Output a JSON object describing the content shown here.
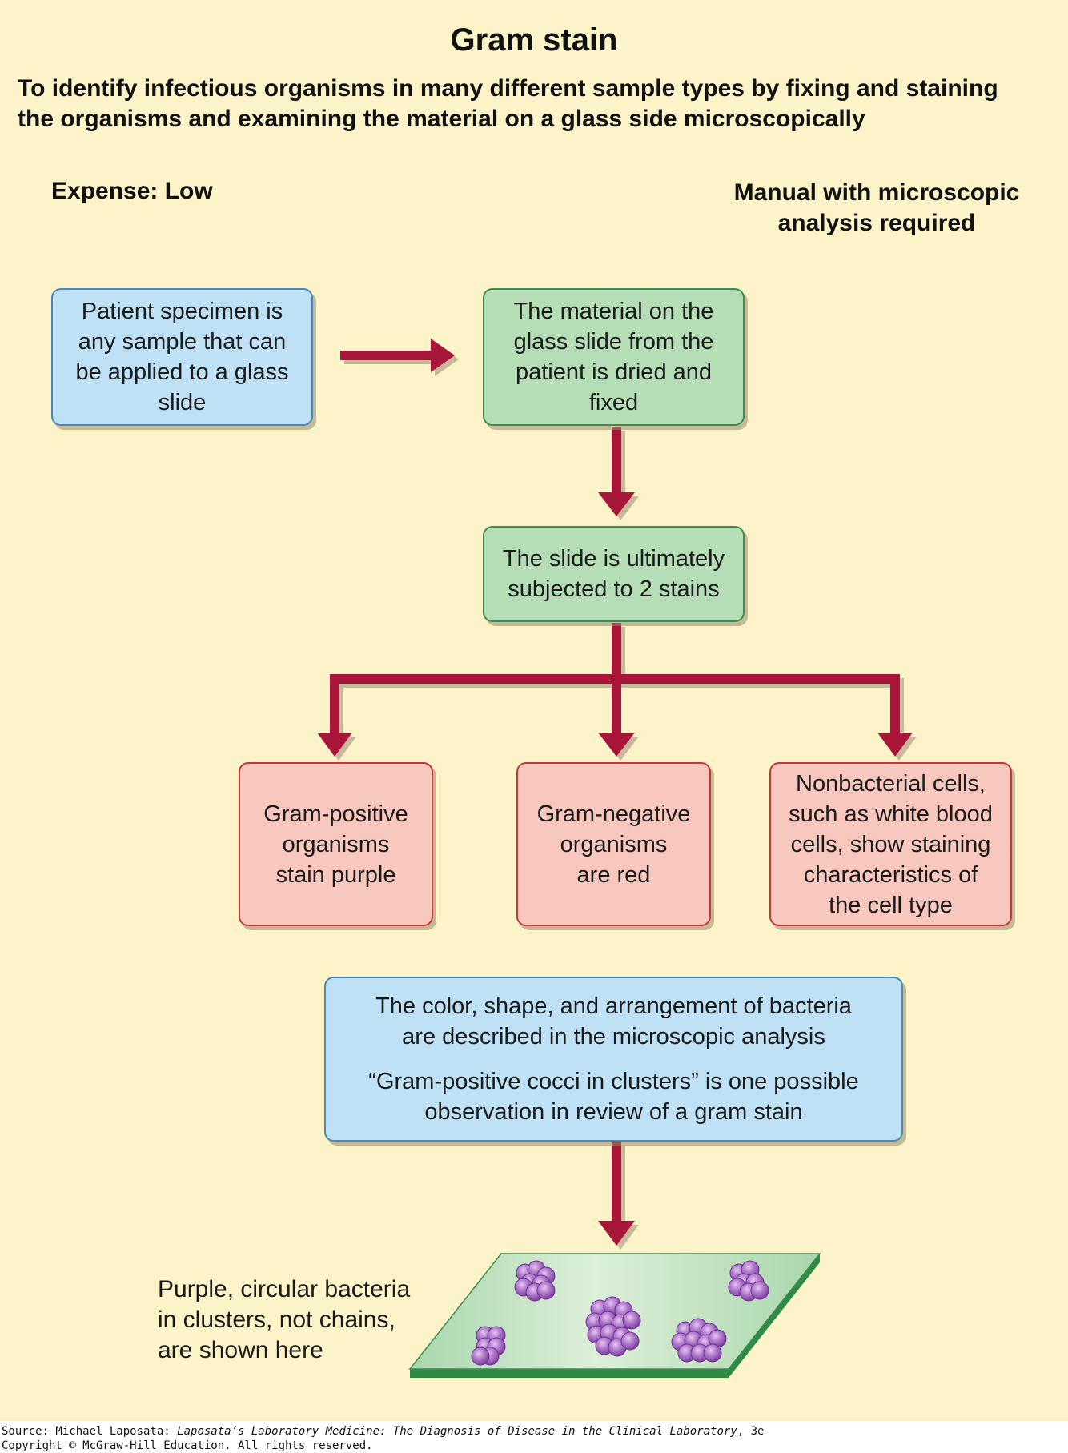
{
  "title": "Gram stain",
  "subtitle_line1": "To identify infectious organisms in many different sample types by fixing and staining",
  "subtitle_line2": "the organisms and examining the material on a glass side microscopically",
  "expense": "Expense: Low",
  "method_line1": "Manual with microscopic",
  "method_line2": "analysis required",
  "boxes": {
    "specimen": [
      "Patient specimen is",
      "any sample that can",
      "be applied to a glass",
      "slide"
    ],
    "fixed": [
      "The material on the",
      "glass slide from the",
      "patient is dried and",
      "fixed"
    ],
    "stains": [
      "The slide is ultimately",
      "subjected to 2 stains"
    ],
    "gram_positive": [
      "Gram-positive",
      "organisms",
      "stain purple"
    ],
    "gram_negative": [
      "Gram-negative",
      "organisms",
      "are red"
    ],
    "nonbacterial": [
      "Nonbacterial cells,",
      "such as white blood",
      "cells, show staining",
      "characteristics of",
      "the cell type"
    ],
    "analysis_p1": [
      "The color, shape, and arrangement of bacteria",
      "are described in the microscopic analysis"
    ],
    "analysis_p2": [
      "“Gram-positive cocci in clusters” is one possible",
      "observation in review of a gram stain"
    ]
  },
  "slide_caption": [
    "Purple, circular bacteria",
    "in clusters, not chains,",
    "are shown here"
  ],
  "source_prefix": "Source: Michael Laposata: ",
  "source_book": "Laposata’s Laboratory Medicine: The Diagnosis of Disease in the Clinical Laboratory",
  "source_edition": ", 3e",
  "copyright": "Copyright © McGraw-Hill Education. All rights reserved.",
  "colors": {
    "background": "#fdf3c8",
    "arrow": "#a8173a",
    "blue_box": "#bfe1f6",
    "green_box": "#b5deb7",
    "pink_box": "#f8c7bd",
    "bacteria": "#a36bc2",
    "slide": "#c4e4c6"
  }
}
